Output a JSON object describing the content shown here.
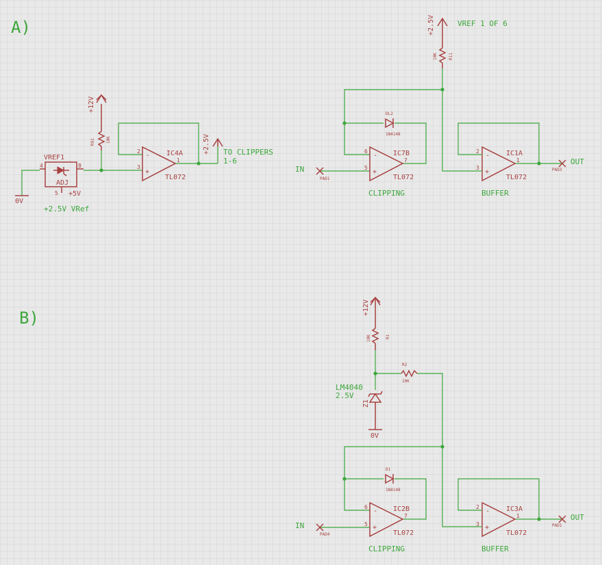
{
  "section_a": {
    "title": "A)",
    "vref_block": {
      "name": "VREF1",
      "adj": "ADJ",
      "pin4": "4",
      "pin8": "8",
      "pin5": "5",
      "supply": "+5V",
      "desc": "+2.5V VRef",
      "gnd": "0V"
    },
    "r_top": {
      "name": "R91",
      "value": "10K",
      "rail": "+12V"
    },
    "opamp_ref": {
      "name": "IC4A",
      "type": "TL072",
      "p2": "2",
      "p3": "3",
      "p1": "1"
    },
    "out_rail": "+2.5V",
    "to_clippers": "TO CLIPPERS",
    "to_clippers_range": "1-6",
    "vref_rail": "+2.5V",
    "vref_note": "VREF 1 OF 6",
    "r_vref": {
      "name": "R11",
      "value": "10K"
    },
    "diode": {
      "name": "DL2",
      "type": "1N4148"
    },
    "clip_opamp": {
      "name": "IC7B",
      "type": "TL072",
      "p6": "6",
      "p5": "5",
      "p7": "7"
    },
    "buf_opamp": {
      "name": "IC1A",
      "type": "TL072",
      "p2": "2",
      "p3": "3",
      "p1": "1"
    },
    "in_label": "IN",
    "in_pad": "PAD1",
    "out_label": "OUT",
    "out_pad": "PAD3",
    "clip_caption": "CLIPPING",
    "buf_caption": "BUFFER"
  },
  "section_b": {
    "title": "B)",
    "rail": "+12V",
    "r1": {
      "name": "R1",
      "value": "10K"
    },
    "r2": {
      "name": "R2",
      "value": "10K"
    },
    "zener": {
      "name": "Z1",
      "part": "LM4040",
      "value": "2.5V"
    },
    "gnd": "0V",
    "diode": {
      "name": "D1",
      "type": "1N4148"
    },
    "clip_opamp": {
      "name": "IC2B",
      "type": "TL072",
      "p6": "6",
      "p5": "5",
      "p7": "7"
    },
    "buf_opamp": {
      "name": "IC3A",
      "type": "TL072",
      "p2": "2",
      "p3": "3",
      "p1": "1"
    },
    "in_label": "IN",
    "in_pad": "PAD4",
    "out_label": "OUT",
    "out_pad": "PAD1",
    "clip_caption": "CLIPPING",
    "buf_caption": "BUFFER"
  },
  "colors": {
    "background": "#e9e9e9",
    "grid": "#d2d2d2",
    "wire": "#3ca63c",
    "symbol": "#a84040"
  }
}
